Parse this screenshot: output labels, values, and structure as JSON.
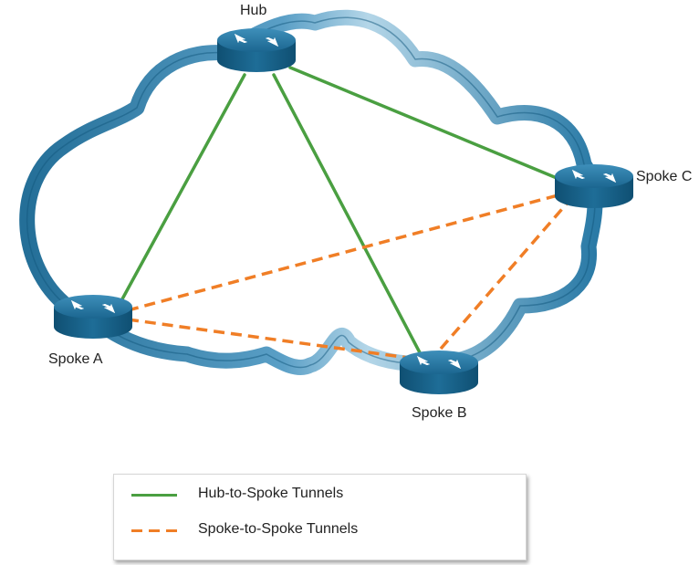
{
  "nodes": {
    "hub": {
      "label": "Hub"
    },
    "spoke_a": {
      "label": "Spoke A"
    },
    "spoke_b": {
      "label": "Spoke B"
    },
    "spoke_c": {
      "label": "Spoke C"
    }
  },
  "legend": {
    "hub_to_spoke": "Hub-to-Spoke Tunnels",
    "spoke_to_spoke": "Spoke-to-Spoke Tunnels"
  },
  "colors": {
    "hub_to_spoke": "#4a9f41",
    "spoke_to_spoke": "#f07e26",
    "cloud": "#2c7eab",
    "router": "#1d6a92"
  },
  "icons": {
    "router": "router-icon",
    "cloud": "cloud-icon"
  }
}
